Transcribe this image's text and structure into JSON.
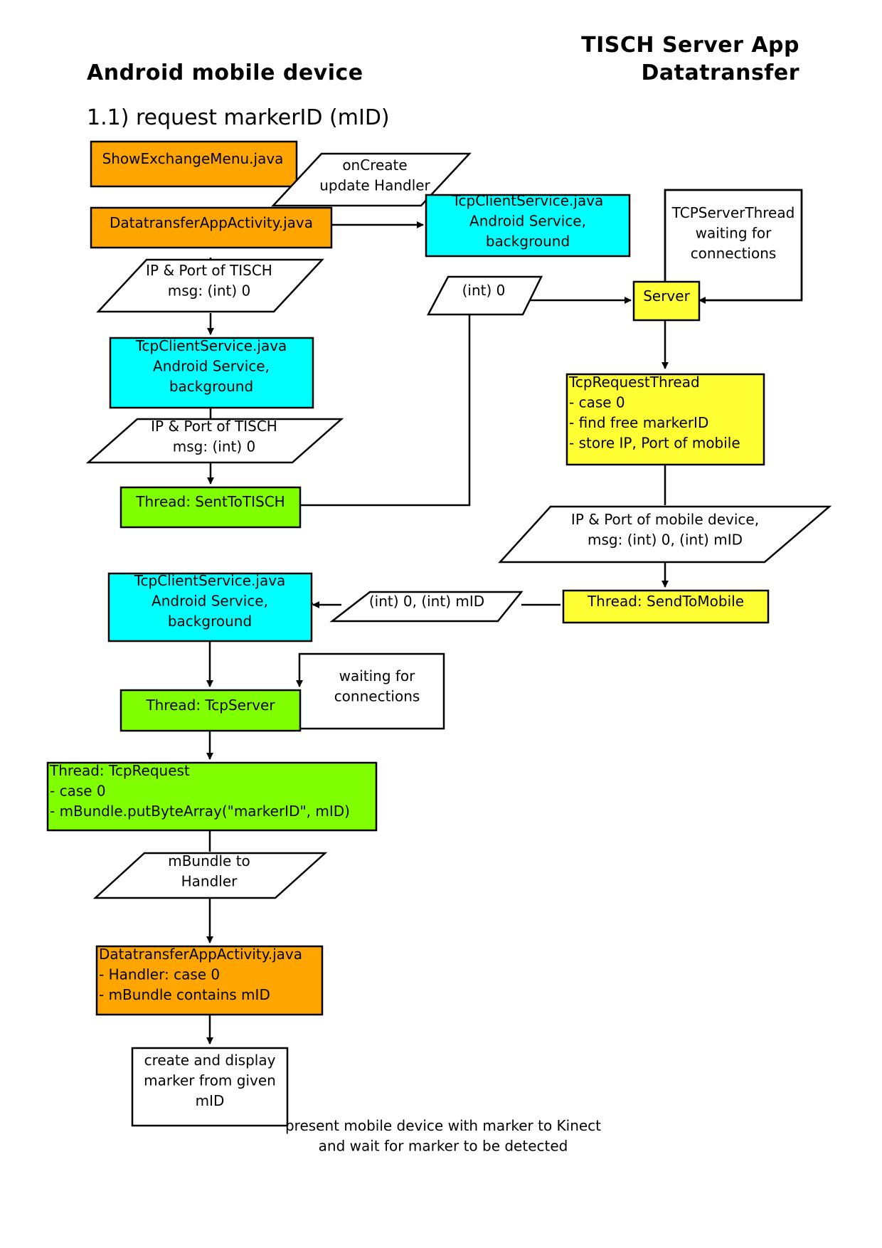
{
  "headings": {
    "left": "Android mobile device",
    "right_line1": "TISCH Server App",
    "right_line2": "Datatransfer",
    "step": "1.1) request markerID (mID)"
  },
  "colors": {
    "orange": "#ffa500",
    "cyan": "#00ffff",
    "yellow": "#ffff33",
    "green": "#7fff00",
    "white": "#ffffff"
  },
  "nodes": {
    "show_exchange_menu": [
      "ShowExchangeMenu.java"
    ],
    "on_create": [
      "onCreate",
      "update Handler"
    ],
    "datatransfer_activity": [
      "DatatransferAppActivity.java"
    ],
    "tcp_client_service_top": [
      "TcpClientService.java",
      "Android Service,",
      "background"
    ],
    "tcp_server_thread_waiting": [
      "TCPServerThread",
      "waiting for",
      "connections"
    ],
    "ip_port_msg_1": [
      "IP & Port of TISCH",
      "msg: (int) 0"
    ],
    "int_zero": [
      "(int) 0"
    ],
    "server": [
      "Server"
    ],
    "tcp_client_service_1": [
      "TcpClientService.java",
      "Android Service,",
      "background"
    ],
    "tcp_request_thread": [
      "TcpRequestThread",
      "- case 0",
      "- find free markerID",
      "- store IP, Port of mobile"
    ],
    "ip_port_msg_2": [
      "IP & Port of TISCH",
      "msg: (int) 0"
    ],
    "thread_sent_to_tisch": [
      "Thread: SentToTISCH"
    ],
    "ip_port_mobile": [
      "IP & Port of mobile device,",
      "msg: (int) 0, (int) mID"
    ],
    "tcp_client_service_2": [
      "TcpClientService.java",
      "Android Service,",
      "background"
    ],
    "int_zero_mid": [
      "(int) 0, (int) mID"
    ],
    "thread_send_to_mobile": [
      "Thread: SendToMobile"
    ],
    "waiting_connections": [
      "waiting for",
      "connections"
    ],
    "thread_tcp_server": [
      "Thread: TcpServer"
    ],
    "thread_tcp_request": [
      "Thread: TcpRequest",
      "- case 0",
      "- mBundle.putByteArray(\"markerID\", mID)"
    ],
    "mbundle_handler": [
      "mBundle to",
      "Handler"
    ],
    "datatransfer_handler": [
      "DatatransferAppActivity.java",
      "- Handler: case 0",
      "- mBundle contains mID"
    ],
    "create_display_marker": [
      "create and display",
      "marker from given",
      "mID"
    ]
  },
  "footer_note": [
    "present mobile device with marker to Kinect",
    "and wait for marker to be detected"
  ]
}
